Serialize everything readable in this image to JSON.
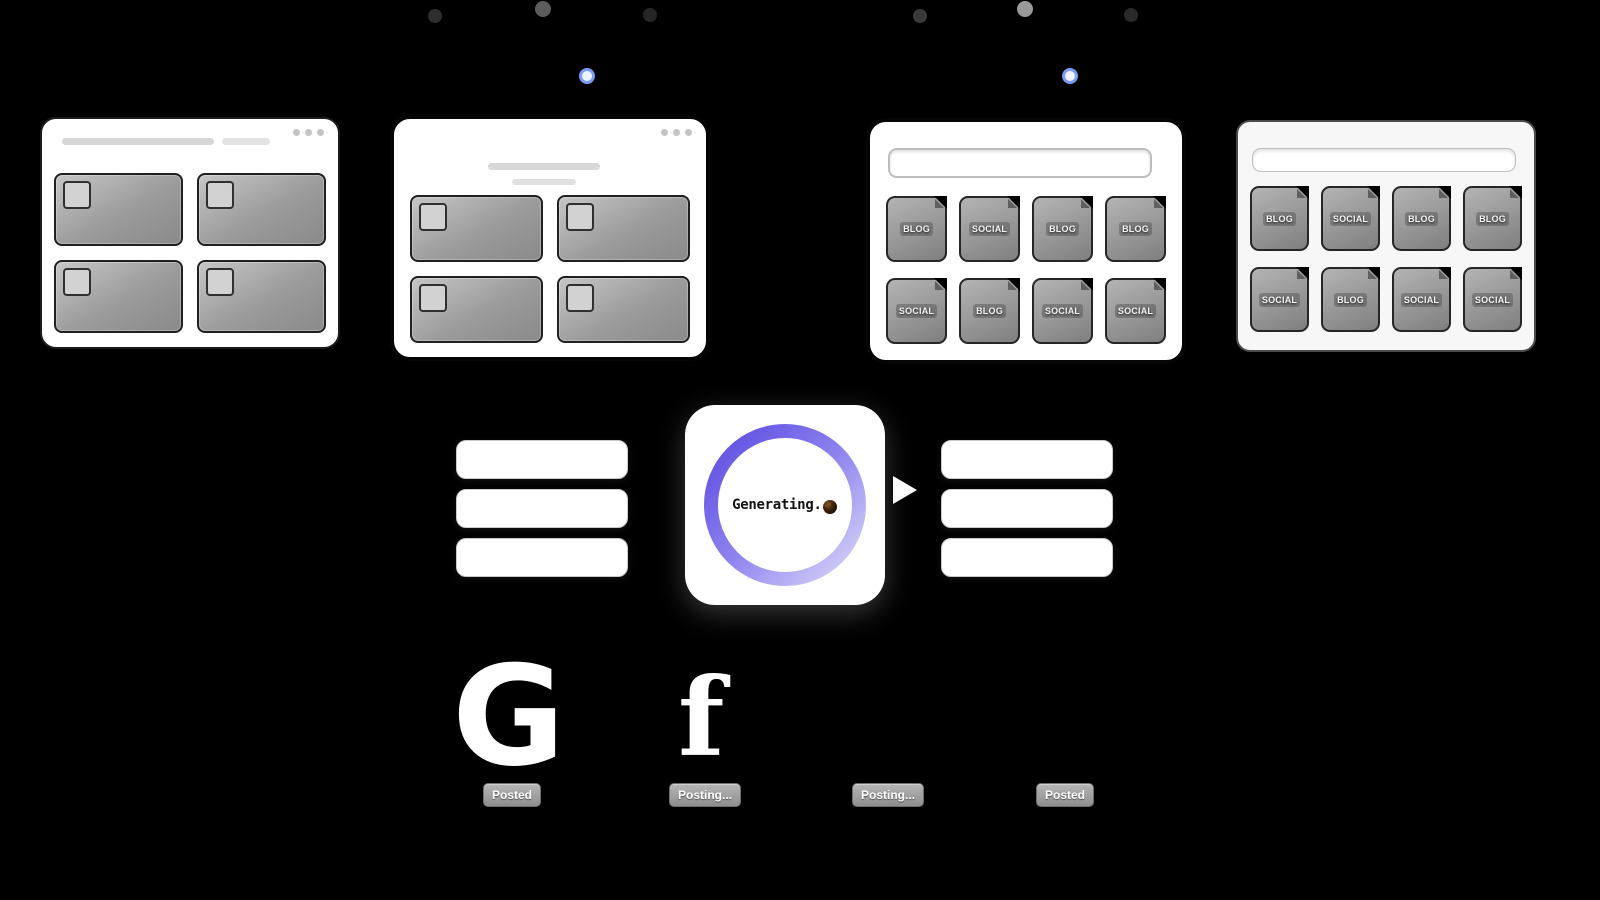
{
  "scene": {
    "background": "#000000",
    "generating_label": "Generating...",
    "accent_blue": "#7b9cf5",
    "ring_colors": {
      "start": "#5b4ae0",
      "mid": "#8d83ef",
      "end": "#dcd8f8"
    },
    "badge_bg": "#9e9e9e"
  },
  "content_windows": [
    {
      "files": [
        "BLOG",
        "SOCIAL",
        "BLOG",
        "BLOG",
        "SOCIAL",
        "BLOG",
        "SOCIAL",
        "SOCIAL"
      ]
    },
    {
      "files": [
        "BLOG",
        "SOCIAL",
        "BLOG",
        "BLOG",
        "SOCIAL",
        "BLOG",
        "SOCIAL",
        "SOCIAL"
      ]
    }
  ],
  "platforms": [
    {
      "logo": "G",
      "status": "Posted"
    },
    {
      "logo": "f",
      "status": "Posting..."
    },
    {
      "logo": "",
      "status": "Posting..."
    },
    {
      "logo": "",
      "status": "Posted"
    }
  ]
}
